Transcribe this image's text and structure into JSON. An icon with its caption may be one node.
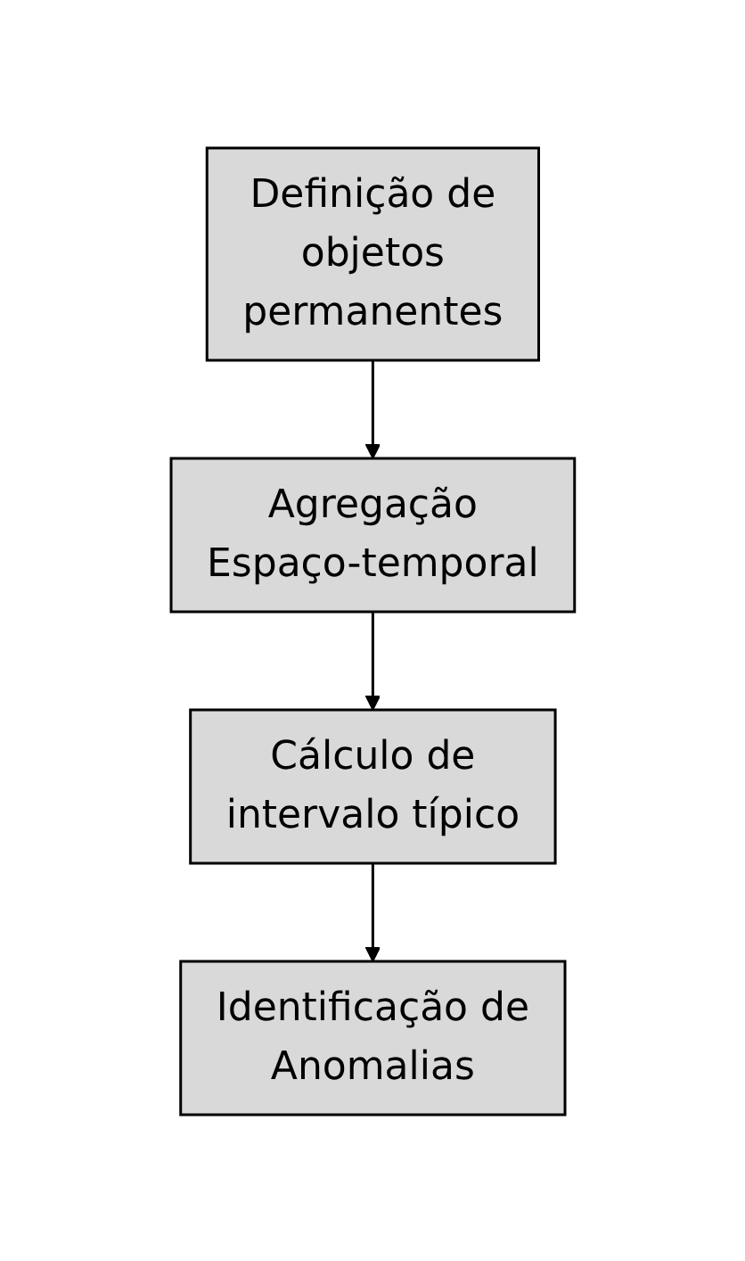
{
  "diagram": {
    "nodes": [
      {
        "text": [
          "Definição de objetos permanentes"
        ]
      },
      {
        "text": [
          "Agregação Espaço-temporal"
        ]
      },
      {
        "text": [
          "Cálculo de intervalo típico"
        ]
      },
      {
        "text": [
          "Identificação de Anomalias"
        ]
      }
    ],
    "edges": [
      {
        "from": 0,
        "to": 1,
        "arrow": "to"
      },
      {
        "from": 1,
        "to": 2,
        "arrow": "to"
      },
      {
        "from": 2,
        "to": 3,
        "arrow": "to"
      }
    ]
  }
}
